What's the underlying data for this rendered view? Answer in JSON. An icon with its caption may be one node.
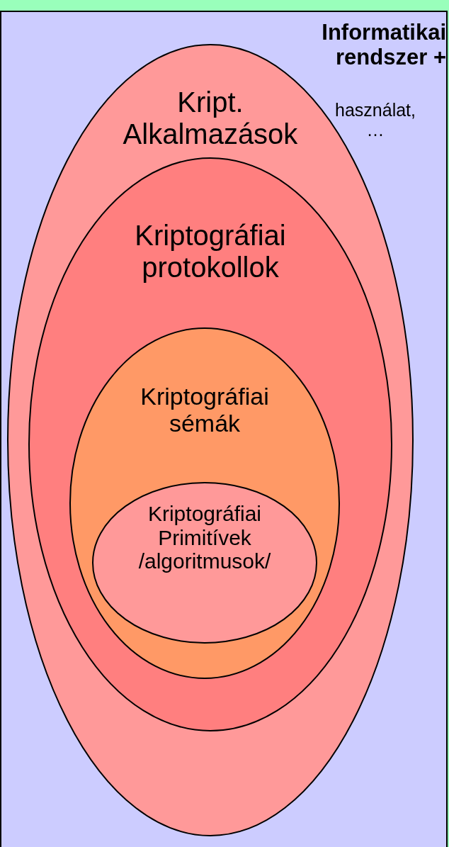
{
  "diagram": {
    "nodes": [
      {
        "text": [
          "Informatikai rendszer +",
          "használat, …"
        ]
      },
      {
        "text": [
          "Kript. Alkalmazások"
        ],
        "in": 0
      },
      {
        "text": [
          "Kriptográfiai protokollok"
        ],
        "in": 1
      },
      {
        "text": [
          "Kriptográfiai sémák"
        ],
        "in": 2
      },
      {
        "text": [
          "Kriptográfiai Primitívek /algoritmusok/"
        ],
        "in": 3
      }
    ],
    "edges": []
  }
}
